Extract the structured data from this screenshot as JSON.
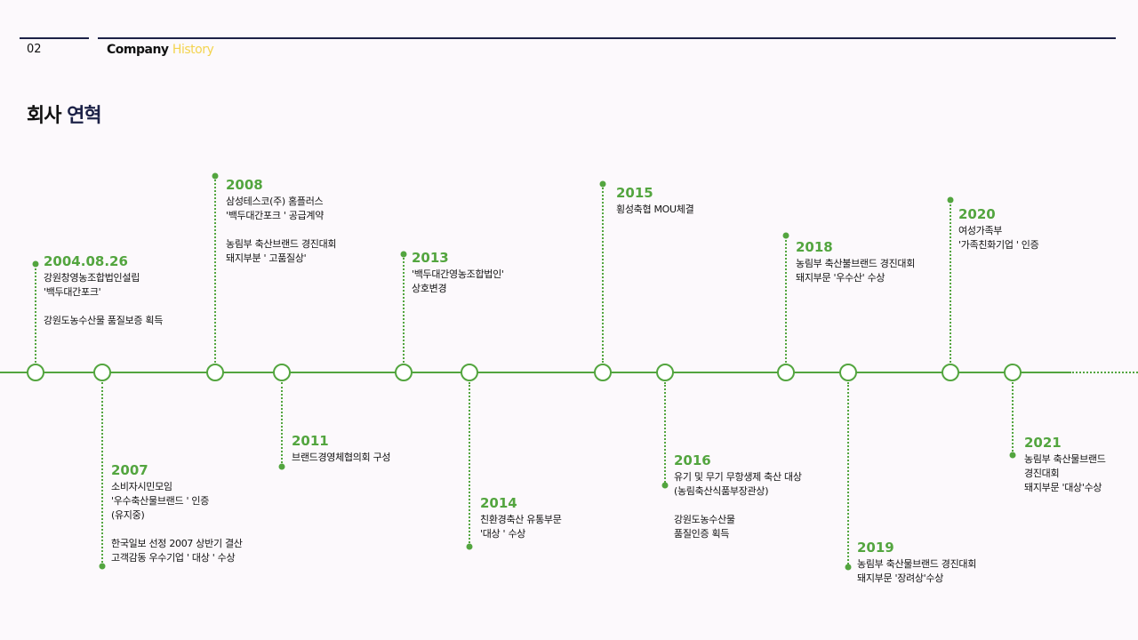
{
  "header": {
    "number": "02",
    "title_main": "Company ",
    "title_accent": "History"
  },
  "page": {
    "title_main": "회사 ",
    "title_accent": "연혁"
  },
  "events": [
    {
      "year": "2004.08.26",
      "lines": [
        "강원창영농조합법인설립",
        "'백두대간포크'"
      ],
      "lines2": [
        "강원도농수산물 품질보증 획득"
      ]
    },
    {
      "year": "2007",
      "lines": [
        "소비자시민모임",
        "'우수축산물브랜드 ' 인증",
        "(유지중)"
      ],
      "lines2": [
        "한국일보 선정 2007 상반기 결산",
        "고객감동 우수기업 ' 대상 ' 수상"
      ]
    },
    {
      "year": "2008",
      "lines": [
        "삼성테스코(주) 홈플러스",
        "'백두대간포크 ' 공급계약"
      ],
      "lines2": [
        "농림부 축산브랜드 경진대회",
        "돼지부분 ' 고품질상'"
      ]
    },
    {
      "year": "2011",
      "lines": [
        "브랜드경영체협의회 구성"
      ],
      "lines2": []
    },
    {
      "year": "2013",
      "lines": [
        "'백두대간영농조합법인'",
        "상호변경"
      ],
      "lines2": []
    },
    {
      "year": "2014",
      "lines": [
        "친환경축산 유통부문",
        "'대상 ' 수상"
      ],
      "lines2": []
    },
    {
      "year": "2015",
      "lines": [
        "횡성축협 MOU체결"
      ],
      "lines2": []
    },
    {
      "year": "2016",
      "lines": [
        "유기 및 무기 무항생제 축산 대상",
        "(농림축산식품부장관상)"
      ],
      "lines2": [
        "강원도농수산물",
        "품질인증 획득"
      ]
    },
    {
      "year": "2018",
      "lines": [
        "농림부 축산불브랜드 경진대회",
        "돼지부문 '우수산' 수상"
      ],
      "lines2": []
    },
    {
      "year": "2019",
      "lines": [
        "농림부 축산물브랜드 경진대회",
        "돼지부문 '장려상'수상"
      ],
      "lines2": []
    },
    {
      "year": "2020",
      "lines": [
        "여성가족부",
        "'가족친화기업 ' 인증"
      ],
      "lines2": []
    },
    {
      "year": "2021",
      "lines": [
        "농림부 축산물브랜드",
        "경진대회",
        "돼지부문 '대상'수상"
      ],
      "lines2": []
    }
  ]
}
